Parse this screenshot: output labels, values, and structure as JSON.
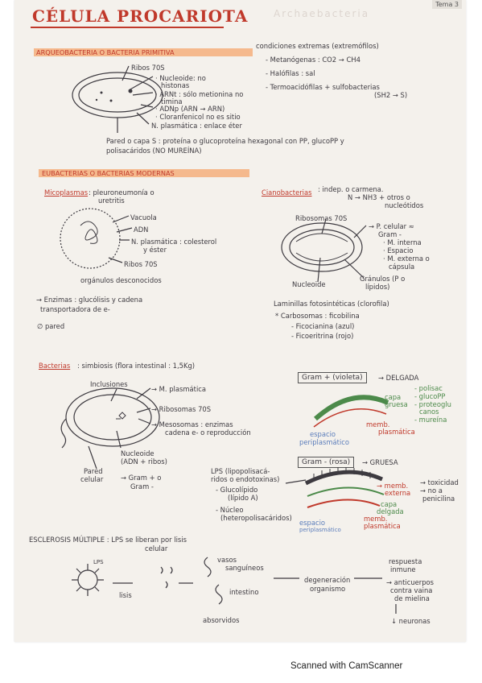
{
  "header": {
    "title": "CÉLULA PROCARIOTA",
    "tag": "Tema 3",
    "ghost": "Archaebacteria"
  },
  "arqueo": {
    "heading": "ARQUEOBACTERIA O BACTERIA PRIMITIVA",
    "conditions": "condiciones extremas (extremófilos)",
    "list": [
      "- Metanógenas : CO2 → CH4",
      "- Halófilas : sal",
      "- Termoacidófilas + sulfobacterias",
      "(SH2 → S)"
    ],
    "labels": [
      "Ribos 70S",
      "· Nucleoide: no",
      "histonas",
      "· ARNt : sólo metionina no",
      "timina",
      "· ADNp (ARN → ARN)",
      "· Cloranfenicol no es sitio",
      "N. plasmática : enlace éter"
    ],
    "wall1": "Pared o capa S : proteína o glucoproteína hexagonal con PP, glucoPP y",
    "wall2": "polisacáridos (NO MUREÍNA)"
  },
  "eubac": {
    "heading": "EUBACTERIAS O BACTERIAS MODERNAS",
    "mico_title": "Micoplasmas",
    "mico_text1": ": pleuroneumonía o",
    "mico_text2": "uretritis",
    "mico_labels": [
      "Vacuola",
      "ADN",
      "N. plasmática : colesterol",
      "y éster",
      "Ribos 70S"
    ],
    "organulos": "orgánulos desconocidos",
    "enzimas1": "→ Enzimas : glucólisis y cadena",
    "enzimas2": "transportadora de e-",
    "pared": "∅ pared",
    "ciano_title": "Cianobacterias",
    "ciano_text1": ": indep. o carmena.",
    "ciano_text2": "N → NH3 + otros o",
    "ciano_text3": "nucleótidos",
    "ciano_labels": [
      "Ribosomas 70S",
      "→ P. celular ≈",
      "Gram -",
      "· M. interna",
      "· Espacio",
      "· M. externa o",
      "cápsula",
      "Gránulos (P o",
      "lípidos)",
      "Nucleoide"
    ],
    "laminillas": "Laminillas fotosintéticas (clorofila)",
    "carbox": "* Carbosomas : ficobilina",
    "ficocianina": "- Ficocianina (azul)",
    "ficoeritrina": "- Ficoeritrina (rojo)"
  },
  "bact": {
    "title": "Bacterias",
    "text": ": simbiosis (flora intestinal : 1,5Kg)",
    "labels": [
      "Inclusiones",
      "→ M. plasmática",
      "→ Ribosomas 70S",
      "→ Mesosomas : enzimas",
      "cadena e- o reproducción",
      "Nucleoide",
      "(ADN + ribos)",
      "Pared",
      "celular",
      "→ Gram + o",
      "Gram -"
    ],
    "gram_pos": "Gram + (violeta)",
    "gram_pos_res": "→ DELGADA",
    "gram_pos_side": [
      "- polisac",
      "- glucoPP",
      "- proteoglu",
      "canos",
      "- mureína"
    ],
    "capa_gruesa": "capa gruesa",
    "memb1": "memb.",
    "memb1b": "plasmática",
    "espacio1": "espacio",
    "espacio1b": "periplasmático",
    "gram_neg": "Gram - (rosa)",
    "gram_neg_res": "→ GRUESA",
    "lps": [
      "LPS (lipopolisacá-",
      "ridos o endotoxinas)",
      "- Glucolípido",
      "(lípido A)",
      "- Núcleo",
      "(heteropolisacáridos)"
    ],
    "memb_ext": "→ memb.",
    "memb_ext2": "externa",
    "toxic": [
      "→ toxicidad",
      "→ no a",
      "penicilina"
    ],
    "capa_delgada1": "capa",
    "capa_delgada2": "delgada",
    "memb2": "memb.",
    "memb2b": "plasmática",
    "espacio2": "espacio",
    "espacio2b": "periplasmático"
  },
  "esclerosis": {
    "title": "ESCLEROSIS MÚLTIPLE : LPS se liberan por lisis",
    "title2": "celular",
    "lps": "LPS",
    "lisis": "lisis",
    "vasos1": "vasos",
    "vasos2": "sanguíneos",
    "intestino": "intestino",
    "absorvidos": "absorvidos",
    "degeneracion1": "degeneración",
    "degeneracion2": "organismo",
    "respuesta1": "respuesta",
    "respuesta2": "inmune",
    "anticuerpos": [
      "→ anticuerpos",
      "contra vaina",
      "de mielina"
    ],
    "neuronas": "↓ neuronas"
  },
  "footer": {
    "text": "Scanned with CamScanner"
  }
}
